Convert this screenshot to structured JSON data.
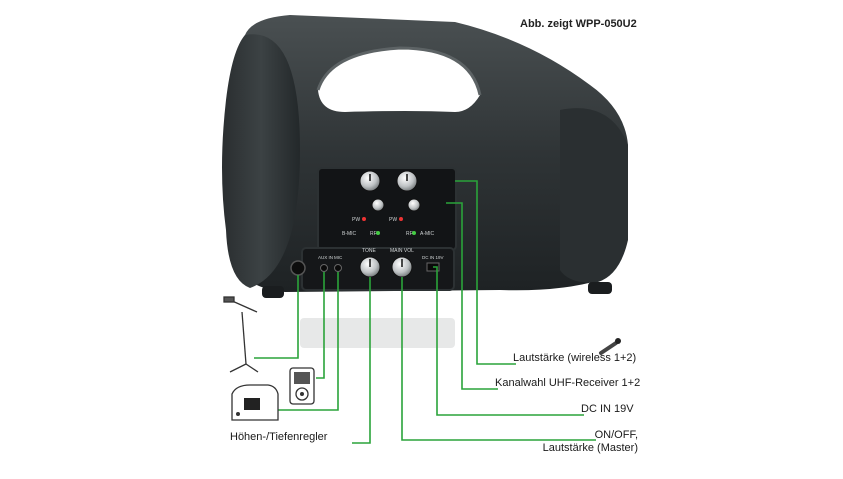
{
  "caption": "Abb. zeigt WPP-050U2",
  "callouts": {
    "volume_wireless": "Lautstärke (wireless 1+2)",
    "channel_select": "Kanalwahl UHF-Receiver 1+2",
    "dc_in": "DC IN 19V",
    "master_line1": "ON/OFF,",
    "master_line2": "Lautstärke (Master)",
    "tone": "Höhen-/Tiefenregler"
  },
  "panel_labels": {
    "b_mic": "B-MIC",
    "a_mic": "A-MIC",
    "rf1": "RF",
    "rf2": "RF",
    "pw1": "PW",
    "pw2": "PW",
    "tone": "TONE",
    "main_vol": "MAIN VOL",
    "aux_in": "AUX IN",
    "mic": "MIC",
    "dc_in": "DC IN 19V"
  },
  "colors": {
    "speaker_body": "#34393a",
    "callout_line": "#2aa33a",
    "panel": "#121416"
  },
  "icons": [
    "microphone-stand-icon",
    "ipod-icon",
    "cd-player-icon",
    "wireless-microphone-icon"
  ]
}
